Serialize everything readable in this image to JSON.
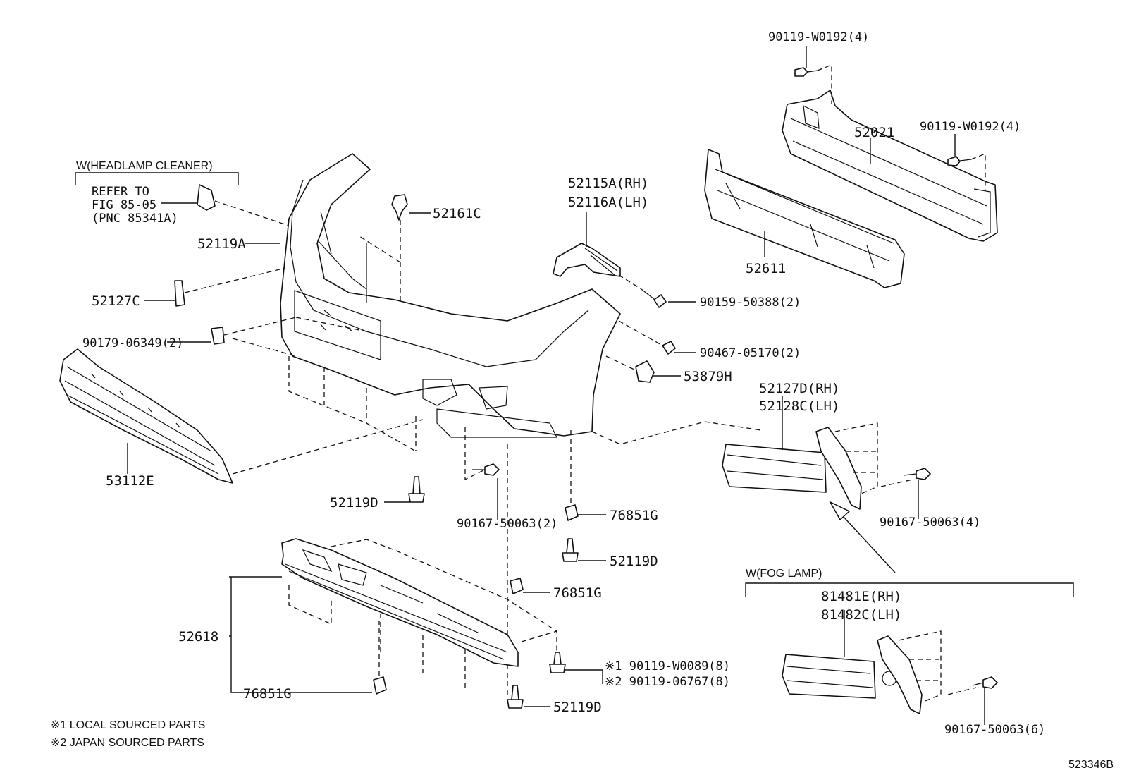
{
  "groups": {
    "headlamp_cleaner": "W(HEADLAMP CLEANER)",
    "fog_lamp": "W(FOG LAMP)"
  },
  "refer": {
    "line1": "REFER TO",
    "line2": "FIG 85-05",
    "line3": "(PNC 85341A)"
  },
  "labels": {
    "p90119_w0192_top": "90119-W0192(4)",
    "p90119_w0192_right": "90119-W0192(4)",
    "p52021": "52021",
    "p52611": "52611",
    "p52115a_rh": "52115A(RH)",
    "p52116a_lh": "52116A(LH)",
    "p52161c": "52161C",
    "p52119a": "52119A",
    "p52127c": "52127C",
    "p90179_06349": "90179-06349(2)",
    "p90159_50388": "90159-50388(2)",
    "p90467_05170": "90467-05170(2)",
    "p53879h": "53879H",
    "p52127d_rh": "52127D(RH)",
    "p52128c_lh": "52128C(LH)",
    "p53112e": "53112E",
    "p52119d_a": "52119D",
    "p90167_50063_2": "90167-50063(2)",
    "p76851g_a": "76851G",
    "p52119d_b": "52119D",
    "p90167_50063_4": "90167-50063(4)",
    "p76851g_b": "76851G",
    "p52618": "52618",
    "p81481e_rh": "81481E(RH)",
    "p81482c_lh": "81482C(LH)",
    "p90119_w0089": "※1 90119-W0089(8)",
    "p90119_06767": "※2 90119-06767(8)",
    "p76851g_c": "76851G",
    "p52119d_c": "52119D",
    "p90167_50063_6": "90167-50063(6)"
  },
  "footnotes": {
    "local": "※1 LOCAL SOURCED PARTS",
    "japan": "※2 JAPAN SOURCED PARTS"
  },
  "figure_id": "523346B"
}
